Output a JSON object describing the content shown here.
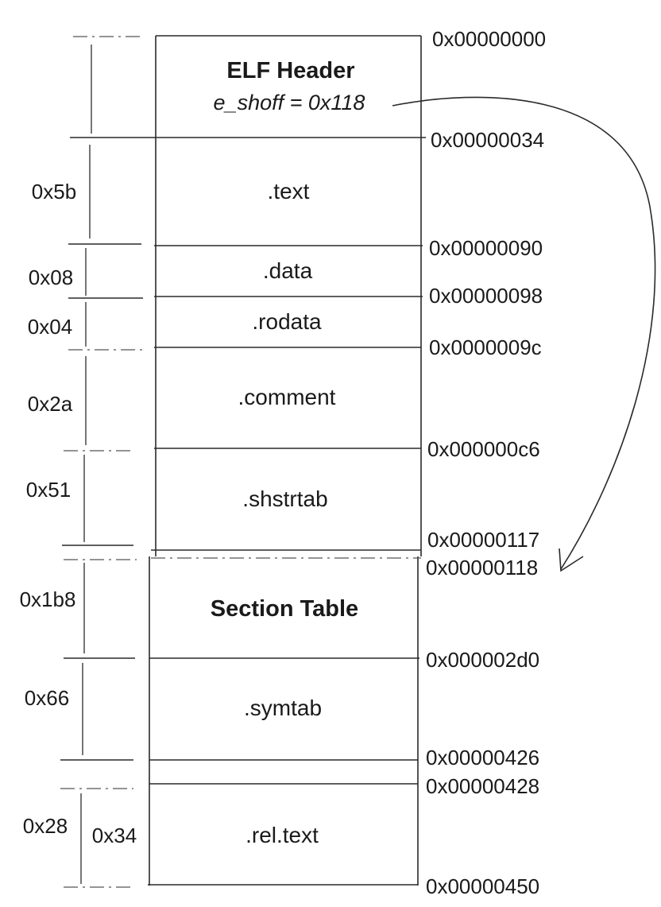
{
  "elf_header": {
    "title": "ELF Header",
    "shoff_text": "e_shoff = 0x118"
  },
  "sections": {
    "text": ".text",
    "data": ".data",
    "rodata": ".rodata",
    "comment": ".comment",
    "shstrtab": ".shstrtab",
    "section_table": "Section Table",
    "symtab": ".symtab",
    "rel_text": ".rel.text"
  },
  "addresses": {
    "a0": "0x00000000",
    "a34": "0x00000034",
    "a90": "0x00000090",
    "a98": "0x00000098",
    "a9c": "0x0000009c",
    "ac6": "0x000000c6",
    "a117": "0x00000117",
    "a118": "0x00000118",
    "a2d0": "0x000002d0",
    "a426": "0x00000426",
    "a428": "0x00000428",
    "a450": "0x00000450"
  },
  "sizes": {
    "text": "0x5b",
    "data": "0x08",
    "rodata": "0x04",
    "comment": "0x2a",
    "shstrtab": "0x51",
    "section_table": "0x1b8",
    "symtab": "0x66",
    "rel_text_outer": "0x28",
    "rel_text_inner": "0x34"
  }
}
